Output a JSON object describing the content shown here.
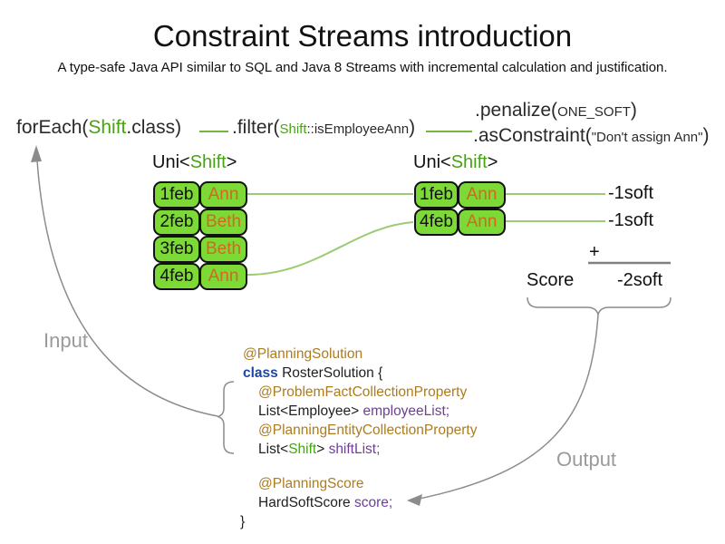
{
  "title": "Constraint Streams introduction",
  "subtitle": "A type-safe Java API similar to SQL and Java 8 Streams with incremental calculation and justification.",
  "pipeline": {
    "foreach_pre": "forEach(",
    "foreach_class": "Shift",
    "foreach_post": ".class)",
    "filter_pre": ".filter(",
    "filter_class": "Shift",
    "filter_method": "::isEmployeeAnn",
    "filter_post": ")",
    "penalize_pre": ".penalize(",
    "penalize_arg": "ONE_SOFT",
    "penalize_post": ")",
    "asconstraint_pre": ".asConstraint(",
    "asconstraint_arg": "\"Don't assign Ann\"",
    "asconstraint_post": ")"
  },
  "left_stream": {
    "type_pre": "Uni<",
    "type_class": "Shift",
    "type_post": ">",
    "rows": [
      {
        "date": "1feb",
        "employee": "Ann"
      },
      {
        "date": "2feb",
        "employee": "Beth"
      },
      {
        "date": "3feb",
        "employee": "Beth"
      },
      {
        "date": "4feb",
        "employee": "Ann"
      }
    ]
  },
  "right_stream": {
    "type_pre": "Uni<",
    "type_class": "Shift",
    "type_post": ">",
    "rows": [
      {
        "date": "1feb",
        "employee": "Ann",
        "penalty": "-1soft"
      },
      {
        "date": "4feb",
        "employee": "Ann",
        "penalty": "-1soft"
      }
    ]
  },
  "score_summary": {
    "plus": "+",
    "label": "Score",
    "total": "-2soft"
  },
  "flow_labels": {
    "input": "Input",
    "output": "Output"
  },
  "code": {
    "annotation_solution": "@PlanningSolution",
    "kw_class": "class",
    "class_decl": " RosterSolution {",
    "annotation_problem_fact": "@ProblemFactCollectionProperty",
    "employee_list_type": "List<Employee> ",
    "employee_list_field": "employeeList;",
    "annotation_planning_entity": "@PlanningEntityCollectionProperty",
    "shift_list_pre": "List<",
    "shift_list_class": "Shift",
    "shift_list_mid": "> ",
    "shift_list_field": "shiftList;",
    "annotation_score": "@PlanningScore",
    "score_type": "HardSoftScore ",
    "score_field": "score;",
    "close_brace": "}"
  },
  "colors": {
    "box-green": "#7cd936",
    "type-green": "#48a314",
    "line-green": "#9bcb74",
    "pipe-green": "#76b63e",
    "employee-orange": "#d2691e",
    "annotation-brown": "#ac7c1f",
    "keyword-blue": "#1d47a8",
    "field-purple": "#6f4093",
    "arrow-gray": "#8c8c8c",
    "label-gray": "#9a9a9a",
    "sum-gray": "#808080",
    "text-dark": "#1f1f1f"
  }
}
